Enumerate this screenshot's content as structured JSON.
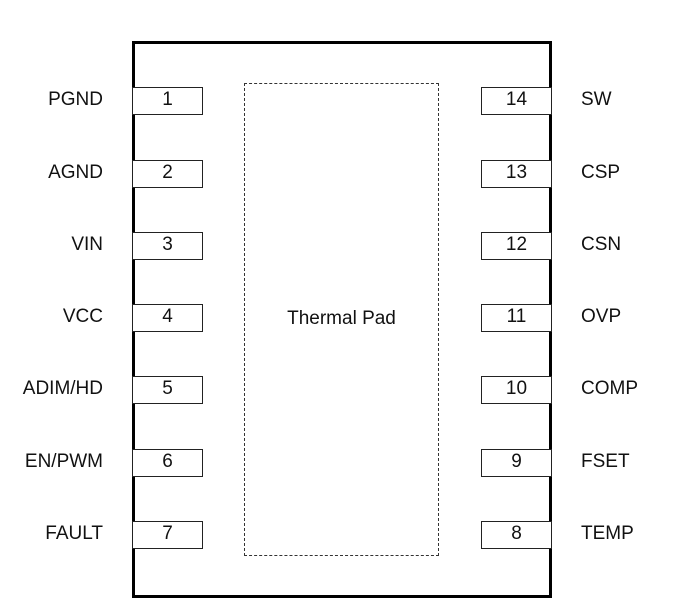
{
  "diagram": {
    "type": "IC pinout (top view)",
    "thermal_pad_label": "Thermal Pad",
    "left_pins": [
      {
        "number": "1",
        "name": "PGND"
      },
      {
        "number": "2",
        "name": "AGND"
      },
      {
        "number": "3",
        "name": "VIN"
      },
      {
        "number": "4",
        "name": "VCC"
      },
      {
        "number": "5",
        "name": "ADIM/HD"
      },
      {
        "number": "6",
        "name": "EN/PWM"
      },
      {
        "number": "7",
        "name": "FAULT"
      }
    ],
    "right_pins": [
      {
        "number": "14",
        "name": "SW"
      },
      {
        "number": "13",
        "name": "CSP"
      },
      {
        "number": "12",
        "name": "CSN"
      },
      {
        "number": "11",
        "name": "OVP"
      },
      {
        "number": "10",
        "name": "COMP"
      },
      {
        "number": "9",
        "name": "FSET"
      },
      {
        "number": "8",
        "name": "TEMP"
      }
    ]
  }
}
